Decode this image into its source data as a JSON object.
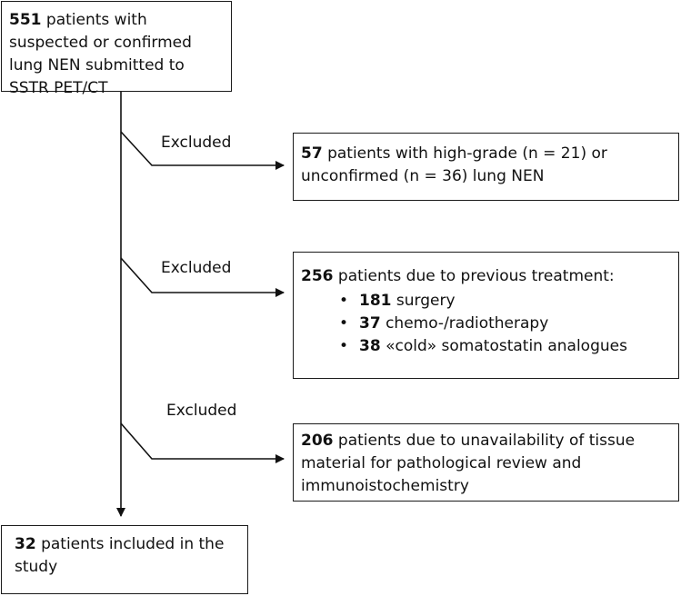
{
  "boxes": {
    "top": {
      "bold": "551",
      "text": " patients with suspected or confirmed lung NEN submitted to SSTR PET/CT"
    },
    "excluded_1": {
      "bold": "57",
      "text": " patients with high-grade (n = 21) or unconfirmed (n = 36) lung NEN"
    },
    "excluded_2": {
      "bold": "256",
      "text": " patients due to previous treatment:",
      "items": [
        {
          "bold": "181",
          "text": " surgery"
        },
        {
          "bold": "37",
          "text": " chemo-/radiotherapy"
        },
        {
          "bold": "38",
          "text": " «cold» somatostatin analogues"
        }
      ]
    },
    "excluded_3": {
      "bold": "206",
      "text": " patients due to unavailability of tissue material for pathological review and immunoistochemistry"
    },
    "bottom": {
      "bold": "32",
      "text": " patients included in the study"
    }
  },
  "labels": {
    "excluded_1": "Excluded",
    "excluded_2": "Excluded",
    "excluded_3": "Excluded"
  }
}
